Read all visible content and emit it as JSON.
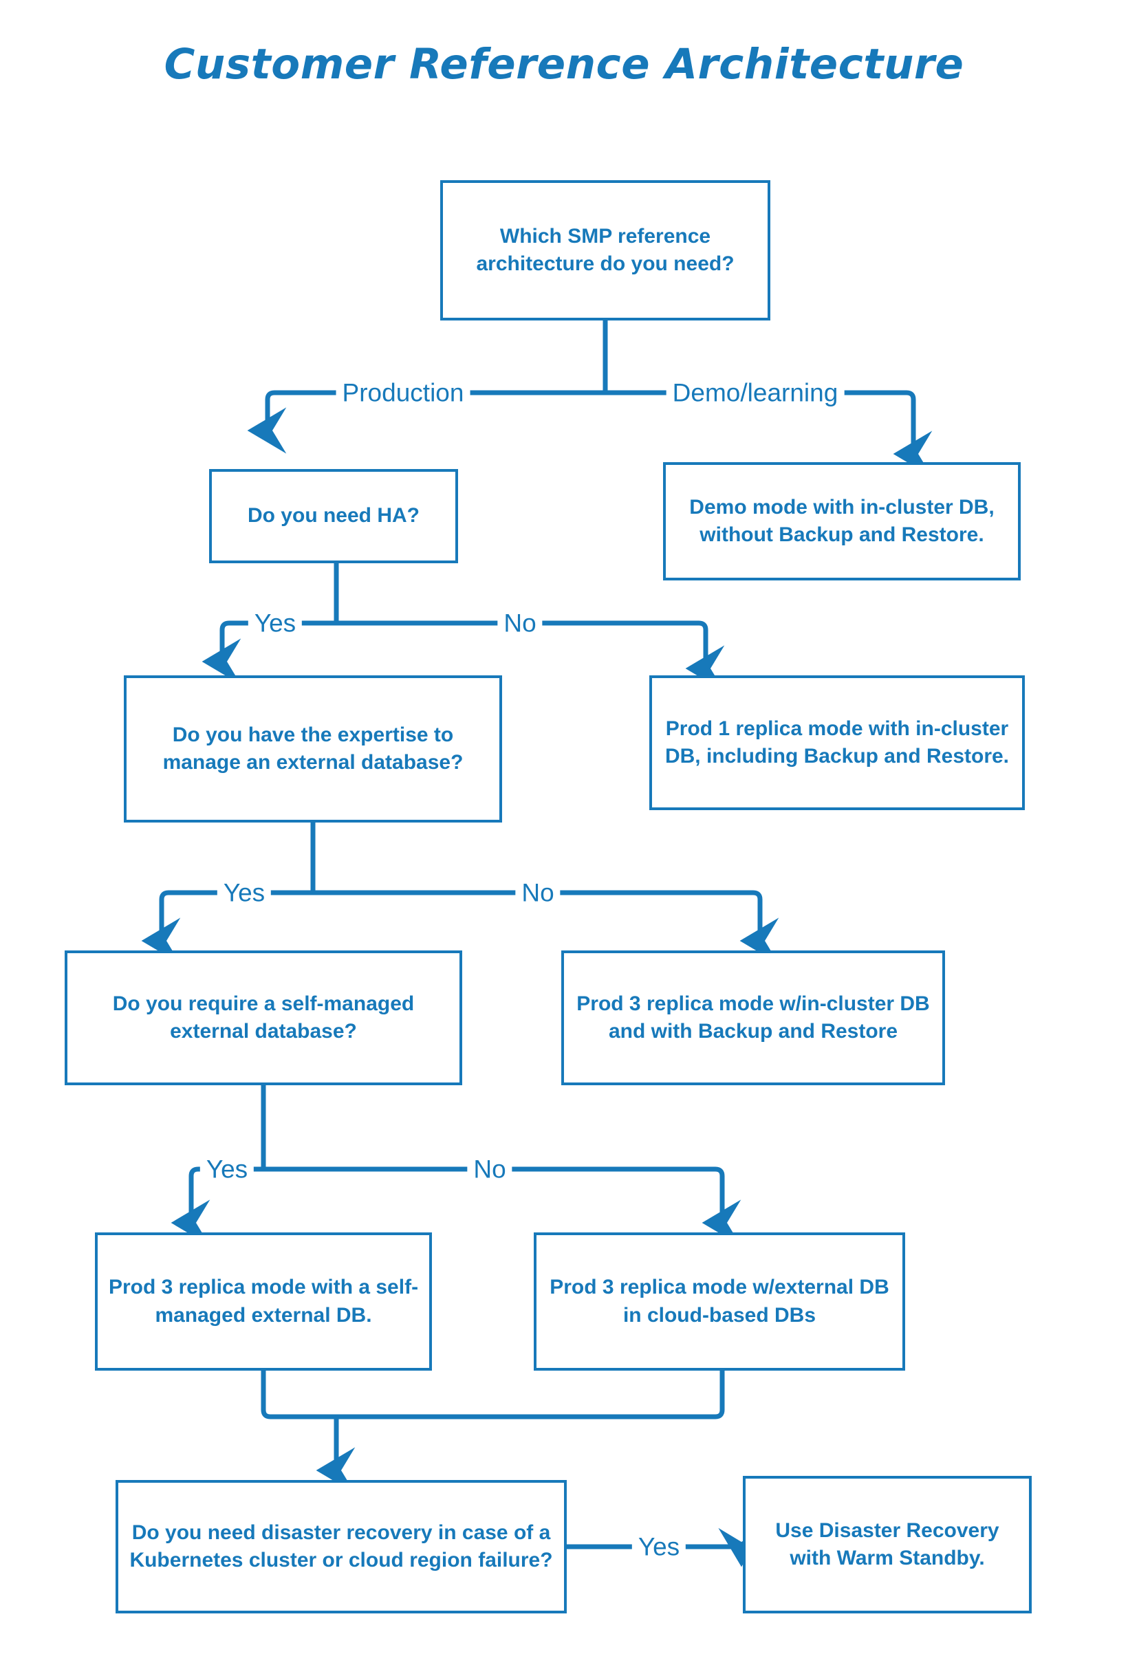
{
  "page": {
    "title": "Customer Reference Architecture",
    "background_color": "#ffffff",
    "accent_color": "#1779ba"
  },
  "chart_data": {
    "type": "flowchart",
    "title": "Customer Reference Architecture",
    "orientation": "top-down",
    "nodes": [
      {
        "id": "q_which",
        "kind": "decision",
        "label": "Which SMP reference architecture do you need?"
      },
      {
        "id": "q_ha",
        "kind": "decision",
        "label": "Do you need HA?"
      },
      {
        "id": "r_demo",
        "kind": "result",
        "label": "Demo mode with in-cluster DB, without Backup and Restore."
      },
      {
        "id": "r_prod1",
        "kind": "result",
        "label": "Prod 1 replica mode with in-cluster DB, including Backup and Restore."
      },
      {
        "id": "q_expertise",
        "kind": "decision",
        "label": "Do you have the expertise to manage an external database?"
      },
      {
        "id": "q_selfmanaged",
        "kind": "decision",
        "label": "Do you require a self-managed external database?"
      },
      {
        "id": "r_prod3_incluster",
        "kind": "result",
        "label": "Prod 3 replica mode w/in-cluster DB and with Backup and Restore"
      },
      {
        "id": "r_prod3_selfmanaged",
        "kind": "result",
        "label": "Prod 3 replica mode with a self-managed external DB."
      },
      {
        "id": "r_prod3_cloud",
        "kind": "result",
        "label": "Prod 3 replica mode w/external DB in cloud-based DBs"
      },
      {
        "id": "q_dr",
        "kind": "decision",
        "label": "Do you need disaster recovery in case of a Kubernetes cluster or cloud region failure?"
      },
      {
        "id": "r_dr",
        "kind": "result",
        "label": "Use Disaster Recovery with Warm Standby."
      }
    ],
    "edges": [
      {
        "from": "q_which",
        "to": "q_ha",
        "label": "Production"
      },
      {
        "from": "q_which",
        "to": "r_demo",
        "label": "Demo/learning"
      },
      {
        "from": "q_ha",
        "to": "q_expertise",
        "label": "Yes"
      },
      {
        "from": "q_ha",
        "to": "r_prod1",
        "label": "No"
      },
      {
        "from": "q_expertise",
        "to": "q_selfmanaged",
        "label": "Yes"
      },
      {
        "from": "q_expertise",
        "to": "r_prod3_incluster",
        "label": "No"
      },
      {
        "from": "q_selfmanaged",
        "to": "r_prod3_selfmanaged",
        "label": "Yes"
      },
      {
        "from": "q_selfmanaged",
        "to": "r_prod3_cloud",
        "label": "No"
      },
      {
        "from": "r_prod3_selfmanaged",
        "to": "q_dr",
        "label": ""
      },
      {
        "from": "r_prod3_cloud",
        "to": "q_dr",
        "label": ""
      },
      {
        "from": "q_dr",
        "to": "r_dr",
        "label": "Yes"
      }
    ]
  },
  "labels": {
    "production": "Production",
    "demo_learning": "Demo/learning",
    "ha_yes": "Yes",
    "ha_no": "No",
    "expertise_yes": "Yes",
    "expertise_no": "No",
    "selfmanaged_yes": "Yes",
    "selfmanaged_no": "No",
    "dr_yes": "Yes"
  },
  "nodes": {
    "q_which": "Which SMP reference architecture do you need?",
    "q_ha": "Do you need HA?",
    "r_demo": "Demo mode with in-cluster DB, without Backup and Restore.",
    "r_prod1": "Prod 1 replica mode with in-cluster DB, including Backup and Restore.",
    "q_expertise": "Do you have the expertise to manage an external database?",
    "q_selfmanaged": "Do you require a self-managed external database?",
    "r_prod3_incluster": "Prod 3 replica mode w/in-cluster DB and with Backup and Restore",
    "r_prod3_selfmanaged": "Prod 3 replica mode with a self-managed external DB.",
    "r_prod3_cloud": "Prod 3 replica mode w/external DB in cloud-based DBs",
    "q_dr": "Do you need disaster recovery in case of a Kubernetes cluster or cloud region failure?",
    "r_dr": "Use Disaster Recovery with Warm Standby."
  }
}
